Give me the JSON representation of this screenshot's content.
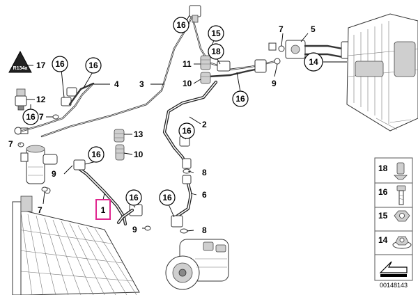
{
  "callouts": {
    "c16": "16",
    "c15": "15",
    "c18": "18",
    "n17": "17",
    "n12": "12",
    "n7": "7",
    "n9": "9",
    "n4": "4",
    "n3": "3",
    "n11": "11",
    "n10": "10",
    "n13": "13",
    "n2": "2",
    "n8": "8",
    "n6": "6",
    "n5": "5",
    "c14": "14",
    "n1": "1"
  },
  "legend": {
    "items": [
      {
        "number": "18",
        "part": "clip"
      },
      {
        "number": "16",
        "part": "bolt"
      },
      {
        "number": "15",
        "part": "nut"
      },
      {
        "number": "14",
        "part": "flange-nut"
      }
    ],
    "arrow_part": "lifting-arrow"
  },
  "diagram_id": "00148143",
  "colors": {
    "highlight": "#e0268f",
    "ink": "#000000"
  }
}
